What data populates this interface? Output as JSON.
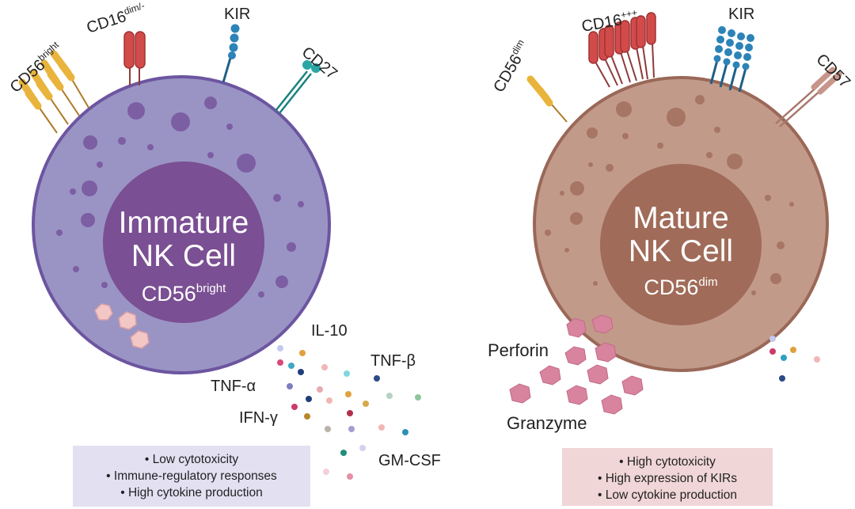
{
  "immature_cell": {
    "title_line1": "Immature",
    "title_line2": "NK Cell",
    "marker_base": "CD56",
    "marker_sup": "bright",
    "colors": {
      "membrane": "#9a94c4",
      "outline": "#6c55a0",
      "nucleus": "#7a4f93",
      "granule": "#7c5ea3"
    }
  },
  "mature_cell": {
    "title_line1": "Mature",
    "title_line2": "NK Cell",
    "marker_base": "CD56",
    "marker_sup": "dim",
    "colors": {
      "membrane": "#c29a8a",
      "outline": "#9a6858",
      "nucleus": "#a06b58",
      "granule": "#a77564"
    }
  },
  "receptors": {
    "cd56_bright": {
      "base": "CD56",
      "sup": "bright",
      "color": "#e8b43c"
    },
    "cd16_dim": {
      "base": "CD16",
      "sup": "dim/-",
      "color": "#d24b4b"
    },
    "kir_left": {
      "label": "KIR",
      "color": "#2c83b8"
    },
    "cd27": {
      "label": "CD27",
      "color": "#2aa5a5"
    },
    "cd56_dim": {
      "base": "CD56",
      "sup": "dim",
      "color": "#e8b43c"
    },
    "cd16_high": {
      "base": "CD16",
      "sup": "+++",
      "color": "#d24b4b"
    },
    "kir_right": {
      "label": "KIR",
      "color": "#2c83b8"
    },
    "cd57": {
      "label": "CD57",
      "color": "#c8958a"
    }
  },
  "cytokines": {
    "il10": "IL-10",
    "tnf_beta": "TNF-β",
    "tnf_alpha": "TNF-α",
    "ifn_gamma": "IFN-γ",
    "gm_csf": "GM-CSF"
  },
  "granules": {
    "perforin": "Perforin",
    "granzyme": "Granzyme",
    "color": "#d9849f"
  },
  "legend_left": [
    "Low cytotoxicity",
    "Immune-regulatory responses",
    "High cytokine production"
  ],
  "legend_right": [
    "High cytotoxicity",
    "High expression of KIRs",
    "Low cytokine production"
  ]
}
